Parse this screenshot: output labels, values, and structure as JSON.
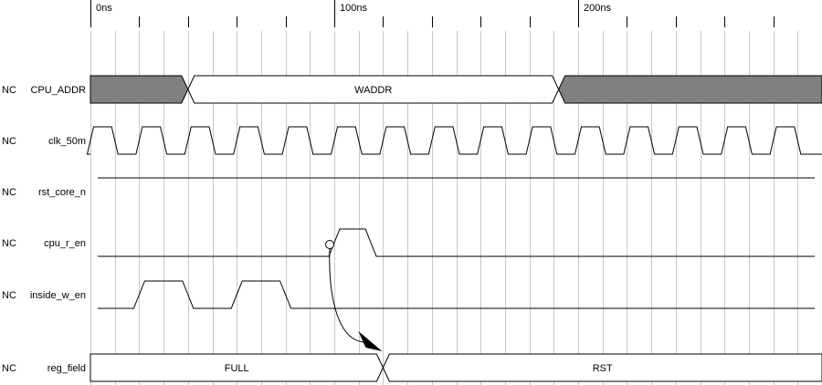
{
  "timeline": {
    "ticks": [
      {
        "t": 0,
        "label": "0ns"
      },
      {
        "t": 100,
        "label": "100ns"
      },
      {
        "t": 200,
        "label": "200ns"
      }
    ]
  },
  "colors": {
    "grid": "#c8c8c8",
    "line": "#000000",
    "bus_fill": "#808080",
    "background": "#ffffff"
  },
  "signals": [
    {
      "prefix": "NC",
      "name": "CPU_ADDR",
      "type": "bus",
      "segments": [
        {
          "start": 0,
          "end": 40,
          "value": "",
          "filled": true
        },
        {
          "start": 40,
          "end": 192,
          "value": "WADDR",
          "filled": false
        },
        {
          "start": 192,
          "end": 300,
          "value": "",
          "filled": true
        }
      ]
    },
    {
      "prefix": "NC",
      "name": "clk_50m",
      "type": "clock",
      "period": 20,
      "first_rise": 0,
      "initial": "low"
    },
    {
      "prefix": "NC",
      "name": "rst_core_n",
      "type": "digital",
      "initial": 1,
      "transitions": []
    },
    {
      "prefix": "NC",
      "name": "cpu_r_en",
      "type": "digital",
      "initial": 0,
      "transitions": [
        {
          "t": 100,
          "v": 1
        },
        {
          "t": 115,
          "v": 0
        }
      ]
    },
    {
      "prefix": "NC",
      "name": "inside_w_en",
      "type": "digital",
      "initial": 0,
      "transitions": [
        {
          "t": 20,
          "v": 1
        },
        {
          "t": 40,
          "v": 0
        },
        {
          "t": 60,
          "v": 1
        },
        {
          "t": 80,
          "v": 0
        }
      ]
    },
    {
      "prefix": "NC",
      "name": "reg_field",
      "type": "bus",
      "segments": [
        {
          "start": 0,
          "end": 120,
          "value": "FULL",
          "filled": false
        },
        {
          "start": 120,
          "end": 300,
          "value": "RST",
          "filled": false
        }
      ]
    }
  ],
  "arrow": {
    "from_signal": 3,
    "from_t": 100,
    "to_signal": 5,
    "to_t": 120
  }
}
